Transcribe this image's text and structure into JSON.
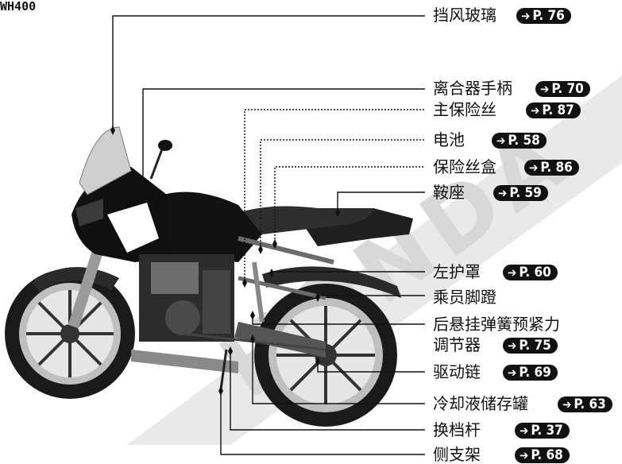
{
  "model": "WH400",
  "watermark": "HONDA",
  "arrow": "➔",
  "labels": [
    {
      "text": "挡风玻璃",
      "ref": "P. 76"
    },
    {
      "text": "离合器手柄",
      "ref": "P. 70"
    },
    {
      "text": "主保险丝",
      "ref": "P. 87"
    },
    {
      "text": "电池",
      "ref": "P. 58"
    },
    {
      "text": "保险丝盒",
      "ref": "P. 86"
    },
    {
      "text": "鞍座",
      "ref": "P. 59"
    },
    {
      "text": "左护罩",
      "ref": "P. 60"
    },
    {
      "text": "乘员脚蹬",
      "ref": ""
    },
    {
      "text": "后悬挂弹簧预紧力",
      "ref": ""
    },
    {
      "text": "调节器",
      "ref": "P. 75"
    },
    {
      "text": "驱动链",
      "ref": "P. 69"
    },
    {
      "text": "冷却液储存罐",
      "ref": "P. 63"
    },
    {
      "text": "换档杆",
      "ref": "P. 37"
    },
    {
      "text": "侧支架",
      "ref": "P. 68"
    }
  ]
}
